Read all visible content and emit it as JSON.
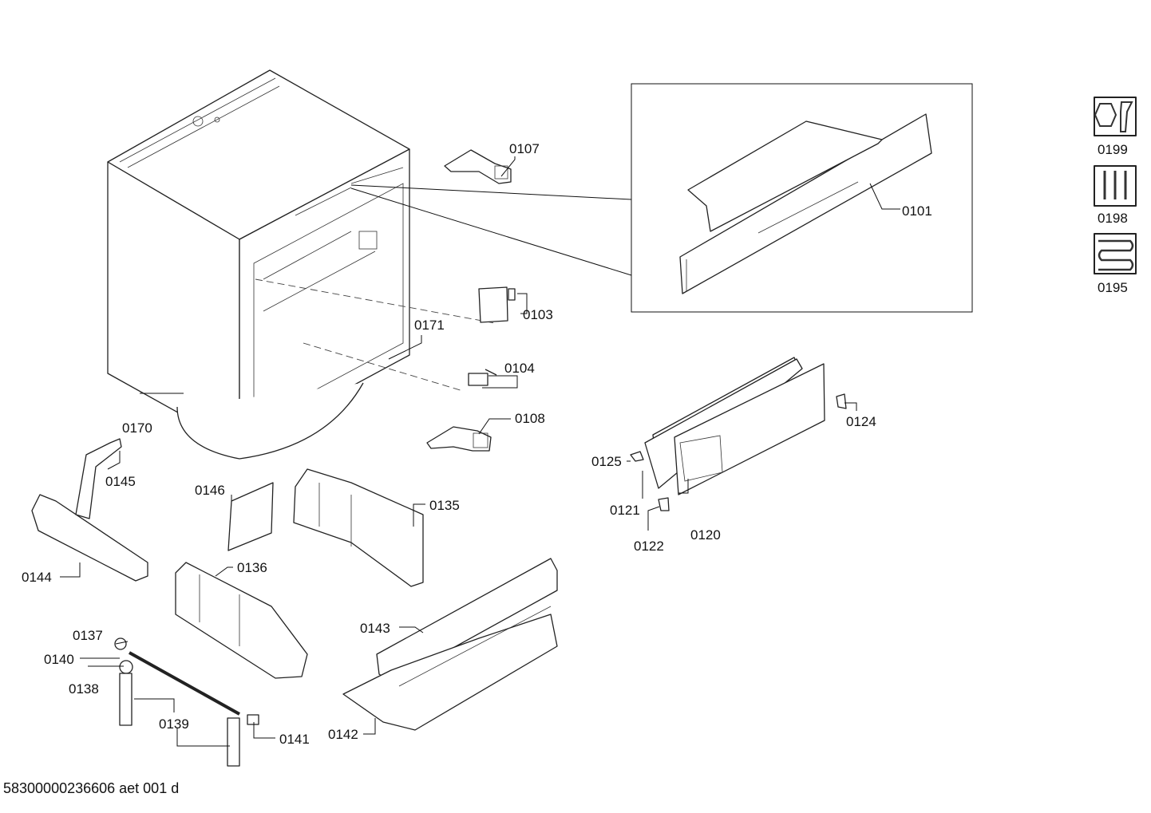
{
  "document_id": "58300000236606 aet 001 d",
  "labels": {
    "p0101": "0101",
    "p0103": "0103",
    "p0104": "0104",
    "p0107": "0107",
    "p0108": "0108",
    "p0120": "0120",
    "p0121": "0121",
    "p0122": "0122",
    "p0124": "0124",
    "p0125": "0125",
    "p0135": "0135",
    "p0136": "0136",
    "p0137": "0137",
    "p0138": "0138",
    "p0139": "0139",
    "p0140": "0140",
    "p0141": "0141",
    "p0142": "0142",
    "p0143": "0143",
    "p0144": "0144",
    "p0145": "0145",
    "p0146": "0146",
    "p0170": "0170",
    "p0171": "0171",
    "p0195": "0195",
    "p0198": "0198",
    "p0199": "0199"
  },
  "icons": {
    "p0199": "nut-and-wrench-icon",
    "p0198": "screws-icon",
    "p0195": "heating-coil-icon"
  }
}
